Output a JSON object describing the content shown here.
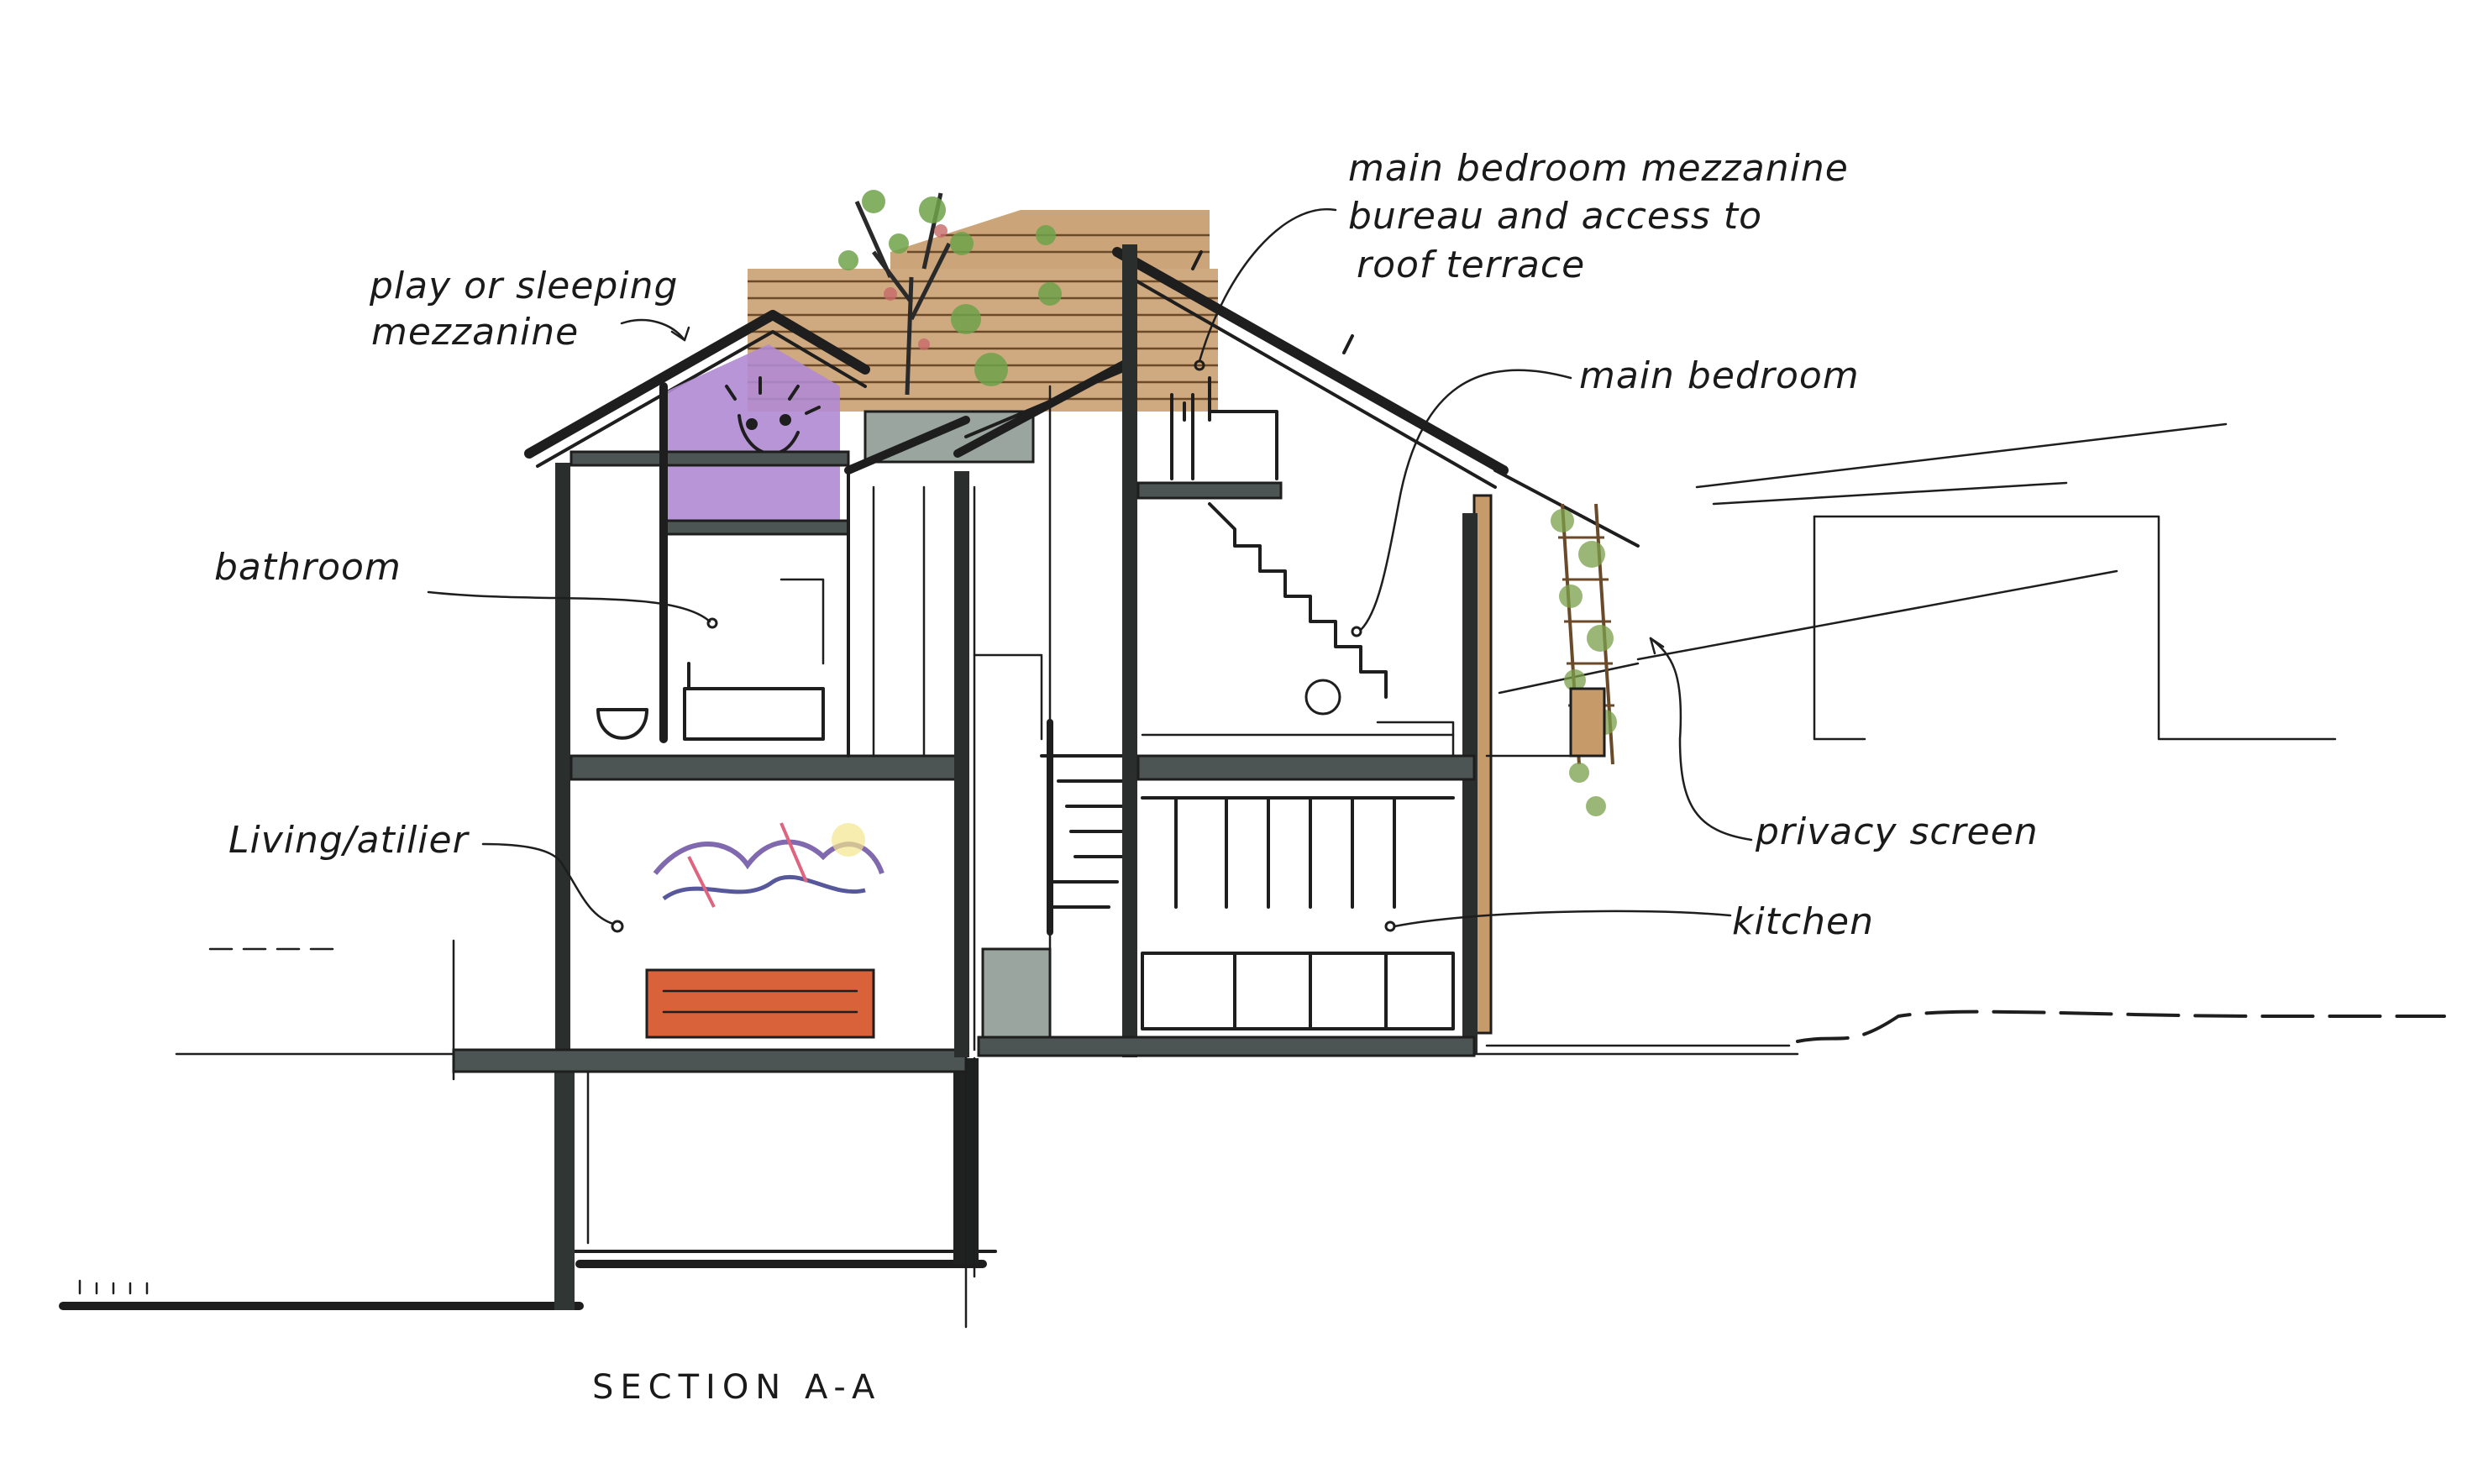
{
  "drawing": {
    "caption": "SECTION A-A",
    "labels": {
      "play_mezzanine_line1": "play or sleeping",
      "play_mezzanine_line2": "mezzanine",
      "main_bedroom_mezzanine_line1": "main bedroom mezzanine",
      "main_bedroom_mezzanine_line2": "bureau and access to",
      "main_bedroom_mezzanine_line3": "roof terrace",
      "main_bedroom": "main bedroom",
      "bathroom": "bathroom",
      "living_atelier": "Living/atilier",
      "privacy_screen": "privacy screen",
      "kitchen": "kitchen"
    },
    "colors": {
      "ink": "#1e1e1e",
      "concrete": "#4c5553",
      "timber": "#b98a5a",
      "artwork_purple": "#b08ad1",
      "sofa_orange": "#d9623a",
      "greenery": "#7aa04a",
      "planter_grey": "#9aa5a0"
    }
  }
}
